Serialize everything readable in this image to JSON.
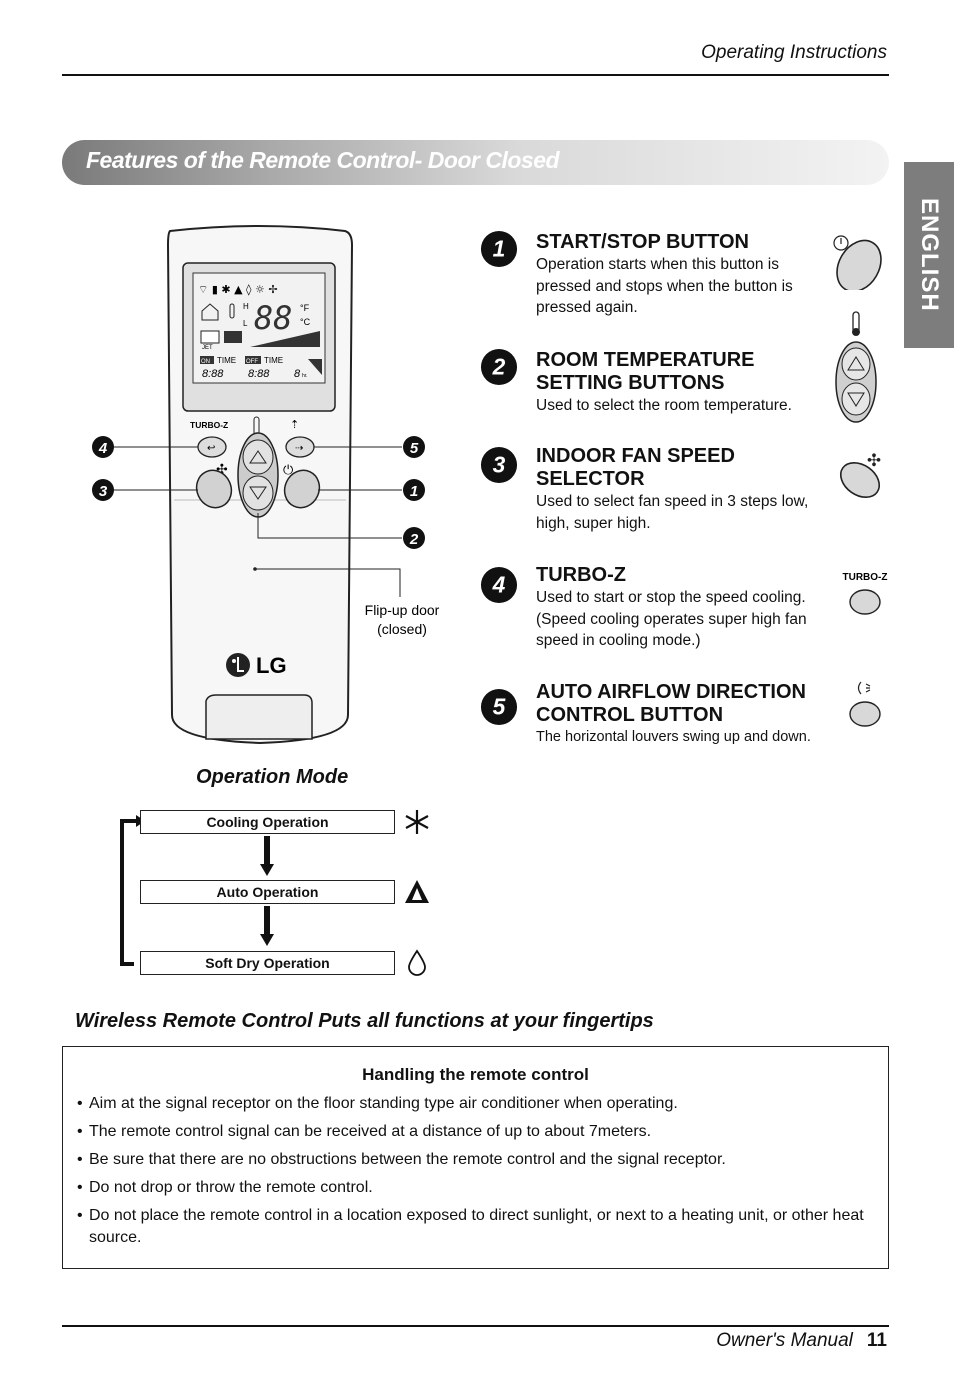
{
  "header": {
    "title": "Operating Instructions"
  },
  "section_banner": {
    "title": "Features of the Remote Control- Door Closed"
  },
  "side_tab": {
    "label": "ENGLISH"
  },
  "remote": {
    "turbo_label": "TURBO-Z",
    "brand": "LG",
    "flip_door_label_1": "Flip-up door",
    "flip_door_label_2": "(closed)",
    "display": {
      "jet": "JET",
      "on": "ON",
      "off": "OFF",
      "time": "TIME",
      "digits": "88",
      "small_digits": "8:88",
      "hr": "8",
      "hr_unit": "hr.",
      "unit_f": "°F",
      "unit_c": "°C",
      "h": "H",
      "l": "L"
    },
    "callouts": [
      "4",
      "5",
      "3",
      "1",
      "2"
    ]
  },
  "features": [
    {
      "number": "1",
      "title": "START/STOP BUTTON",
      "desc": "Operation starts when this button is pressed and stops when the button is pressed again.",
      "icon": "power-icon"
    },
    {
      "number": "2",
      "title": "ROOM TEMPERATURE SETTING BUTTONS",
      "desc": "Used to select the room temperature.",
      "icon": "thermometer-icon"
    },
    {
      "number": "3",
      "title": "INDOOR FAN SPEED SELECTOR",
      "desc": "Used to select fan speed in 3 steps low, high, super high.",
      "icon": "fan-icon"
    },
    {
      "number": "4",
      "title": "TURBO-Z",
      "desc": "Used to start or stop the speed cooling. (Speed cooling operates super high fan speed in cooling mode.)",
      "icon": "turbo-icon"
    },
    {
      "number": "5",
      "title": "AUTO AIRFLOW DIRECTION CONTROL BUTTON",
      "desc": "The horizontal louvers swing up and down.",
      "icon": "airflow-icon"
    }
  ],
  "feature_icon_labels": {
    "turbo": "TURBO-Z"
  },
  "operation_mode": {
    "title": "Operation Mode",
    "steps": [
      {
        "label": "Cooling Operation",
        "icon": "snowflake-icon"
      },
      {
        "label": "Auto Operation",
        "icon": "auto-icon"
      },
      {
        "label": "Soft Dry Operation",
        "icon": "droplet-icon"
      }
    ]
  },
  "section2": {
    "title": "Wireless Remote Control Puts all functions at your fingertips"
  },
  "handling": {
    "title": "Handling the remote control",
    "items": [
      "Aim at the signal receptor on the floor standing type air conditioner when operating.",
      "The remote control signal can be received at a distance of up to about 7meters.",
      "Be sure that there are no obstructions between the remote control and the signal receptor.",
      "Do not drop or throw the remote control.",
      "Do not place the remote control in a location exposed to direct sunlight, or next to a heating unit, or other heat source."
    ]
  },
  "footer": {
    "label": "Owner's Manual",
    "page": "11"
  },
  "colors": {
    "banner_dark": "#7a7a7a",
    "tab": "#7d7d7d",
    "button_fill": "#d8d8d8"
  }
}
